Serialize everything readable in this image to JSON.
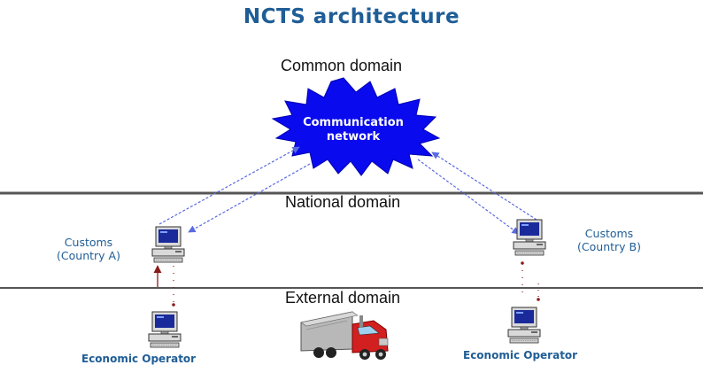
{
  "title": "NCTS architecture",
  "domains": {
    "common": "Common domain",
    "national": "National domain",
    "external": "External domain"
  },
  "network": {
    "line1": "Communication",
    "line2": "network"
  },
  "customs_a": {
    "line1": "Customs",
    "line2": "(Country A)"
  },
  "customs_b": {
    "line1": "Customs",
    "line2": "(Country B)"
  },
  "economic_operator_a": "Economic Operator",
  "economic_operator_b": "Economic Operator",
  "colors": {
    "title": "#1f5d96",
    "cloud": "#0a0aee",
    "arrows": "#5a6ae0",
    "divider": "#555555",
    "local_link": "#8b1a1a"
  }
}
